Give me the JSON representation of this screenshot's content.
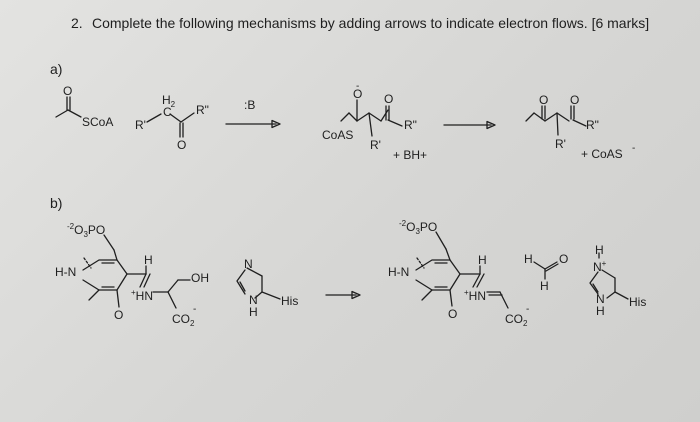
{
  "question": {
    "number": "2.",
    "prompt": "Complete the following mechanisms by adding arrows to indicate electron flows. [6 marks]"
  },
  "part_a": {
    "label": "a)",
    "substrate_group": "SCoA",
    "reagent_r1": "R'",
    "reagent_c": "C",
    "reagent_h2": "H2",
    "reagent_r2": "R\"",
    "base": ":B",
    "intermediate_leaving": "CoAS",
    "intermediate_r1": "R'",
    "intermediate_r2": "R\"",
    "intermediate_extra": "+ BH+",
    "product_r1": "R'",
    "product_r2": "R\"",
    "product_extra": "+ CoAS"
  },
  "part_b": {
    "label": "b)",
    "phosphate": "-2O3PO",
    "pyridine_nh": "H-N",
    "imine_h": "H",
    "iminium": "+HN",
    "hydroxyl": "OH",
    "carboxylate": "CO2",
    "imidazole_n": "N",
    "imidazole_nh": "N",
    "imidazole_h": "H",
    "his": "His",
    "product_phosphate": "-2O3PO",
    "product_nh": "H-N",
    "product_h": "H",
    "product_iminium": "+HN",
    "product_carboxylate": "CO2",
    "aldehyde_h1": "H",
    "aldehyde_o": "O",
    "aldehyde_h2": "H",
    "product_imidazole_h": "H",
    "product_imidazole_n": "N+",
    "product_imidazole_nh": "N",
    "product_imidazole_h2": "H",
    "product_his": "His"
  }
}
